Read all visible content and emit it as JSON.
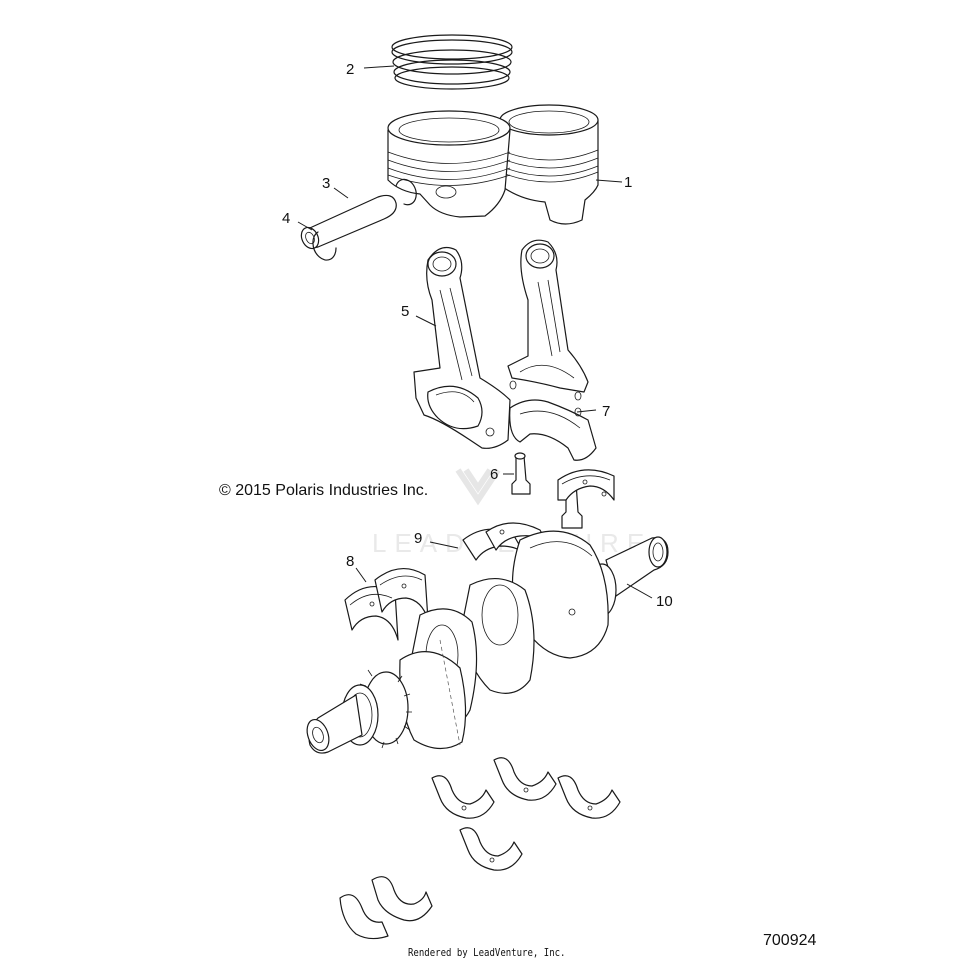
{
  "copyright": "© 2015 Polaris Industries Inc.",
  "footer": {
    "rendered_by": "Rendered by LeadVenture, Inc.",
    "figure_id": "700924"
  },
  "callouts": [
    "1",
    "2",
    "3",
    "4",
    "5",
    "6",
    "7",
    "8",
    "9",
    "10"
  ],
  "watermark": "LEADVENTURE"
}
